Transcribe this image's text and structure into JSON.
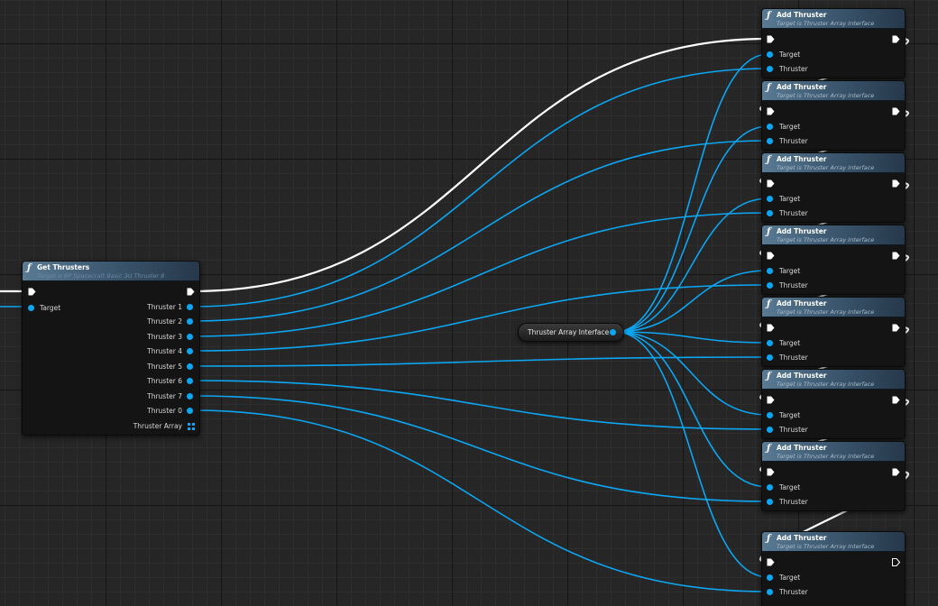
{
  "get_thrusters": {
    "title": "Get Thrusters",
    "subtitle": "Target is BP Spacecraft Basic 3U Thruster 8",
    "icon": "function-icon",
    "input_target": "Target",
    "outputs": [
      "Thruster 1",
      "Thruster 2",
      "Thruster 3",
      "Thruster 4",
      "Thruster 5",
      "Thruster 6",
      "Thruster 7",
      "Thruster 0"
    ],
    "array_output": "Thruster Array"
  },
  "variable": {
    "label": "Thruster Array Interface"
  },
  "add_thruster_nodes": [
    {
      "title": "Add Thruster",
      "subtitle": "Target is Thruster Array Interface",
      "target_label": "Target",
      "thruster_label": "Thruster"
    },
    {
      "title": "Add Thruster",
      "subtitle": "Target is Thruster Array Interface",
      "target_label": "Target",
      "thruster_label": "Thruster"
    },
    {
      "title": "Add Thruster",
      "subtitle": "Target is Thruster Array Interface",
      "target_label": "Target",
      "thruster_label": "Thruster"
    },
    {
      "title": "Add Thruster",
      "subtitle": "Target is Thruster Array Interface",
      "target_label": "Target",
      "thruster_label": "Thruster"
    },
    {
      "title": "Add Thruster",
      "subtitle": "Target is Thruster Array Interface",
      "target_label": "Target",
      "thruster_label": "Thruster"
    },
    {
      "title": "Add Thruster",
      "subtitle": "Target is Thruster Array Interface",
      "target_label": "Target",
      "thruster_label": "Thruster"
    },
    {
      "title": "Add Thruster",
      "subtitle": "Target is Thruster Array Interface",
      "target_label": "Target",
      "thruster_label": "Thruster"
    },
    {
      "title": "Add Thruster",
      "subtitle": "Target is Thruster Array Interface",
      "target_label": "Target",
      "thruster_label": "Thruster"
    }
  ],
  "colors": {
    "graph_background": "#262626",
    "object_wire": "#0ca6f2",
    "exec_wire": "#ffffff",
    "function_header": "#5a7a93"
  },
  "icons": {
    "function": "function-icon",
    "exec_pin": "exec-pin-icon",
    "object_pin": "object-pin-icon",
    "array_pin": "array-pin-icon"
  }
}
